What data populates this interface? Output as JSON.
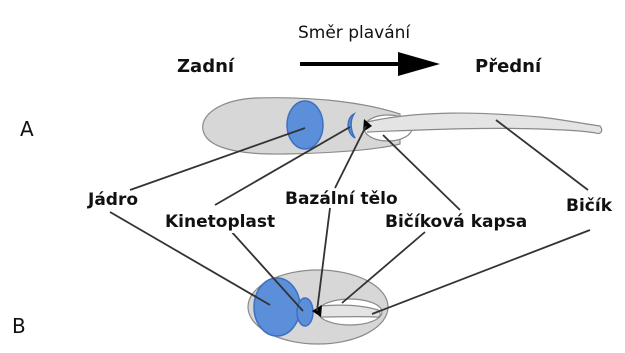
{
  "header": {
    "direction": "Směr plavání",
    "posterior": "Zadní",
    "anterior": "Přední"
  },
  "panels": {
    "a": "A",
    "b": "B"
  },
  "labels": {
    "nucleus": "Jádro",
    "kinetoplast": "Kinetoplast",
    "basal_body": "Bazální tělo",
    "flagellar_pocket": "Bičíková kapsa",
    "flagellum": "Bičík"
  },
  "colors": {
    "cell_fill": "#d7d7d7",
    "organelle_fill": "#5b8fd9",
    "organelle_stroke": "#3f6fbf",
    "line": "#333333"
  }
}
